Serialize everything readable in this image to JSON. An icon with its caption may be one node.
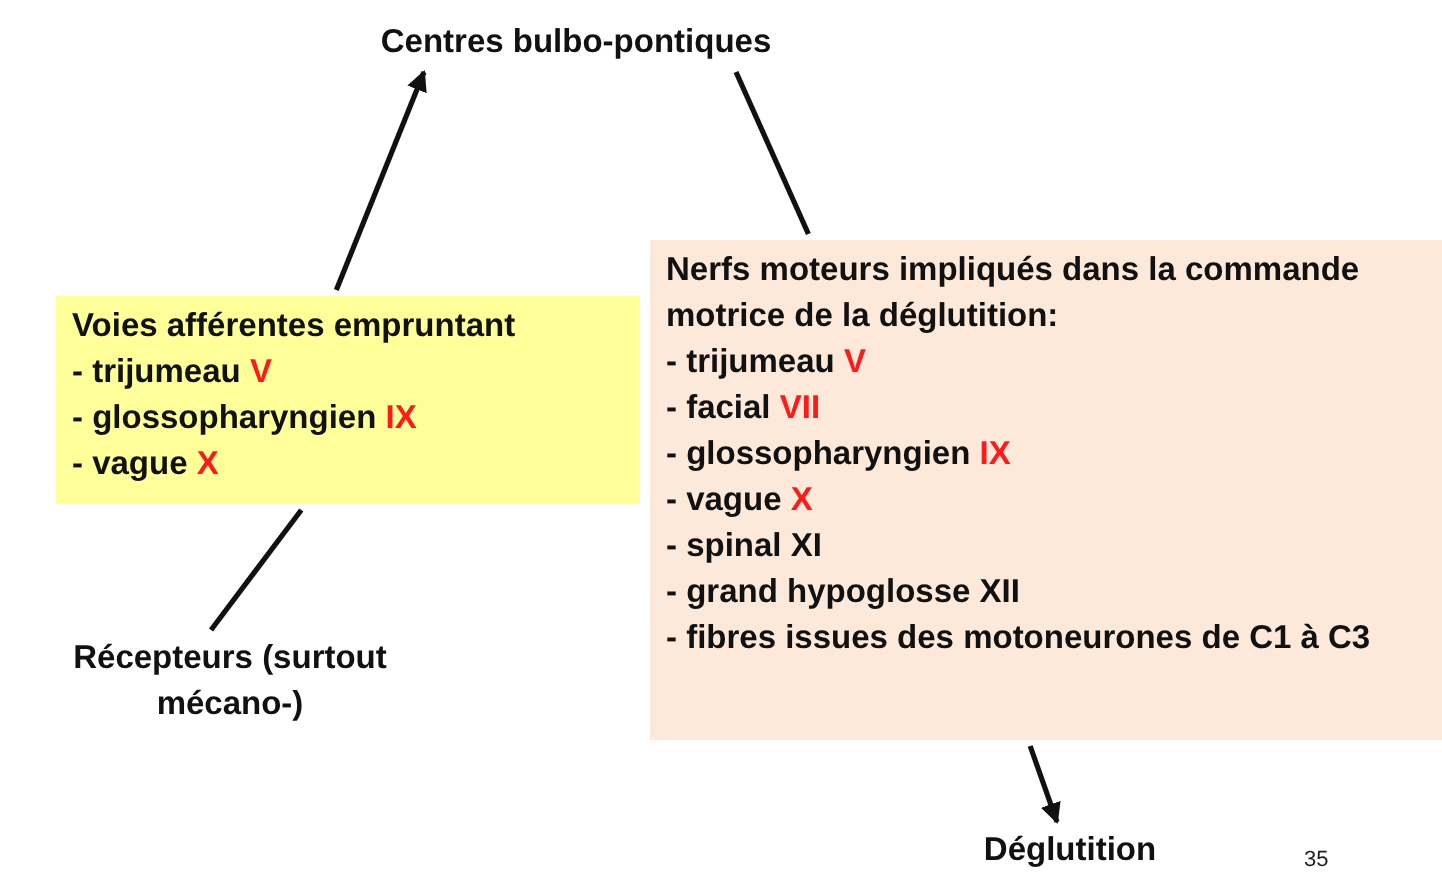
{
  "diagram": {
    "nodes": [
      {
        "text": [
          "Centres bulbo-pontiques"
        ]
      },
      {
        "text": [
          "Voies afférentes empruntant",
          "- trijumeau *V*",
          "- glossopharyngien *IX*",
          "- vague *X*"
        ]
      },
      {
        "text": [
          "Nerfs moteurs impliqués dans la commande motrice de la déglutition:",
          "- trijumeau *V*",
          "- facial *VII*",
          "- glossopharyngien *IX*",
          "- vague *X*",
          "- spinal XI",
          "- grand hypoglosse XII",
          "- fibres issues des motoneurones de C1 à C3"
        ]
      },
      {
        "text": [
          "Récepteurs (surtout mécano-)"
        ]
      },
      {
        "text": [
          "Déglutition"
        ]
      }
    ],
    "edges": [
      {
        "from": 3,
        "to": 1,
        "arrow": "none"
      },
      {
        "from": 1,
        "to": 0,
        "arrow": "to"
      },
      {
        "from": 0,
        "to": 2,
        "arrow": "none"
      },
      {
        "from": 2,
        "to": 4,
        "arrow": "to"
      }
    ],
    "labels": [
      "35"
    ]
  }
}
